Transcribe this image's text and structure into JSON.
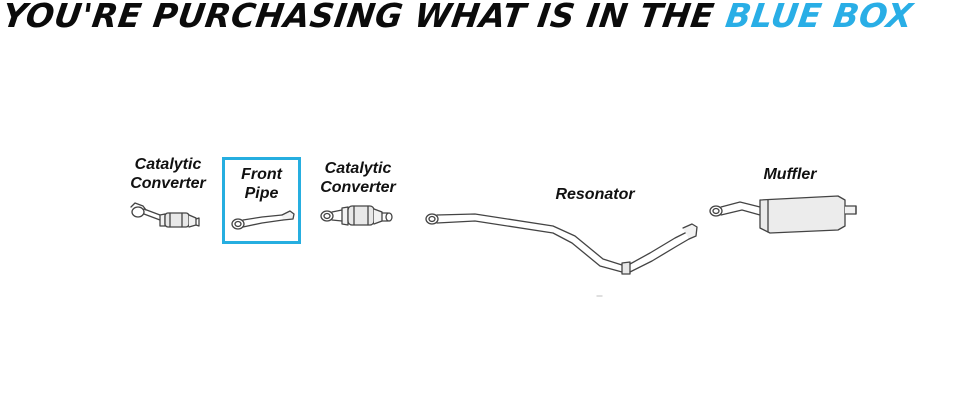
{
  "headline": {
    "prefix": "YOU'RE PURCHASING WHAT IS IN THE ",
    "highlight": "BLUE BOX"
  },
  "colors": {
    "accent": "#29aee6",
    "selection_border": "#26aee0",
    "text": "#111111"
  },
  "parts": [
    {
      "id": "catalytic-converter-1",
      "label_lines": [
        "Catalytic",
        "Converter"
      ],
      "selected": false
    },
    {
      "id": "front-pipe",
      "label_lines": [
        "Front",
        "Pipe"
      ],
      "selected": true
    },
    {
      "id": "catalytic-converter-2",
      "label_lines": [
        "Catalytic",
        "Converter"
      ],
      "selected": false
    },
    {
      "id": "resonator",
      "label_lines": [
        "Resonator"
      ],
      "selected": false
    },
    {
      "id": "muffler",
      "label_lines": [
        "Muffler"
      ],
      "selected": false
    }
  ]
}
